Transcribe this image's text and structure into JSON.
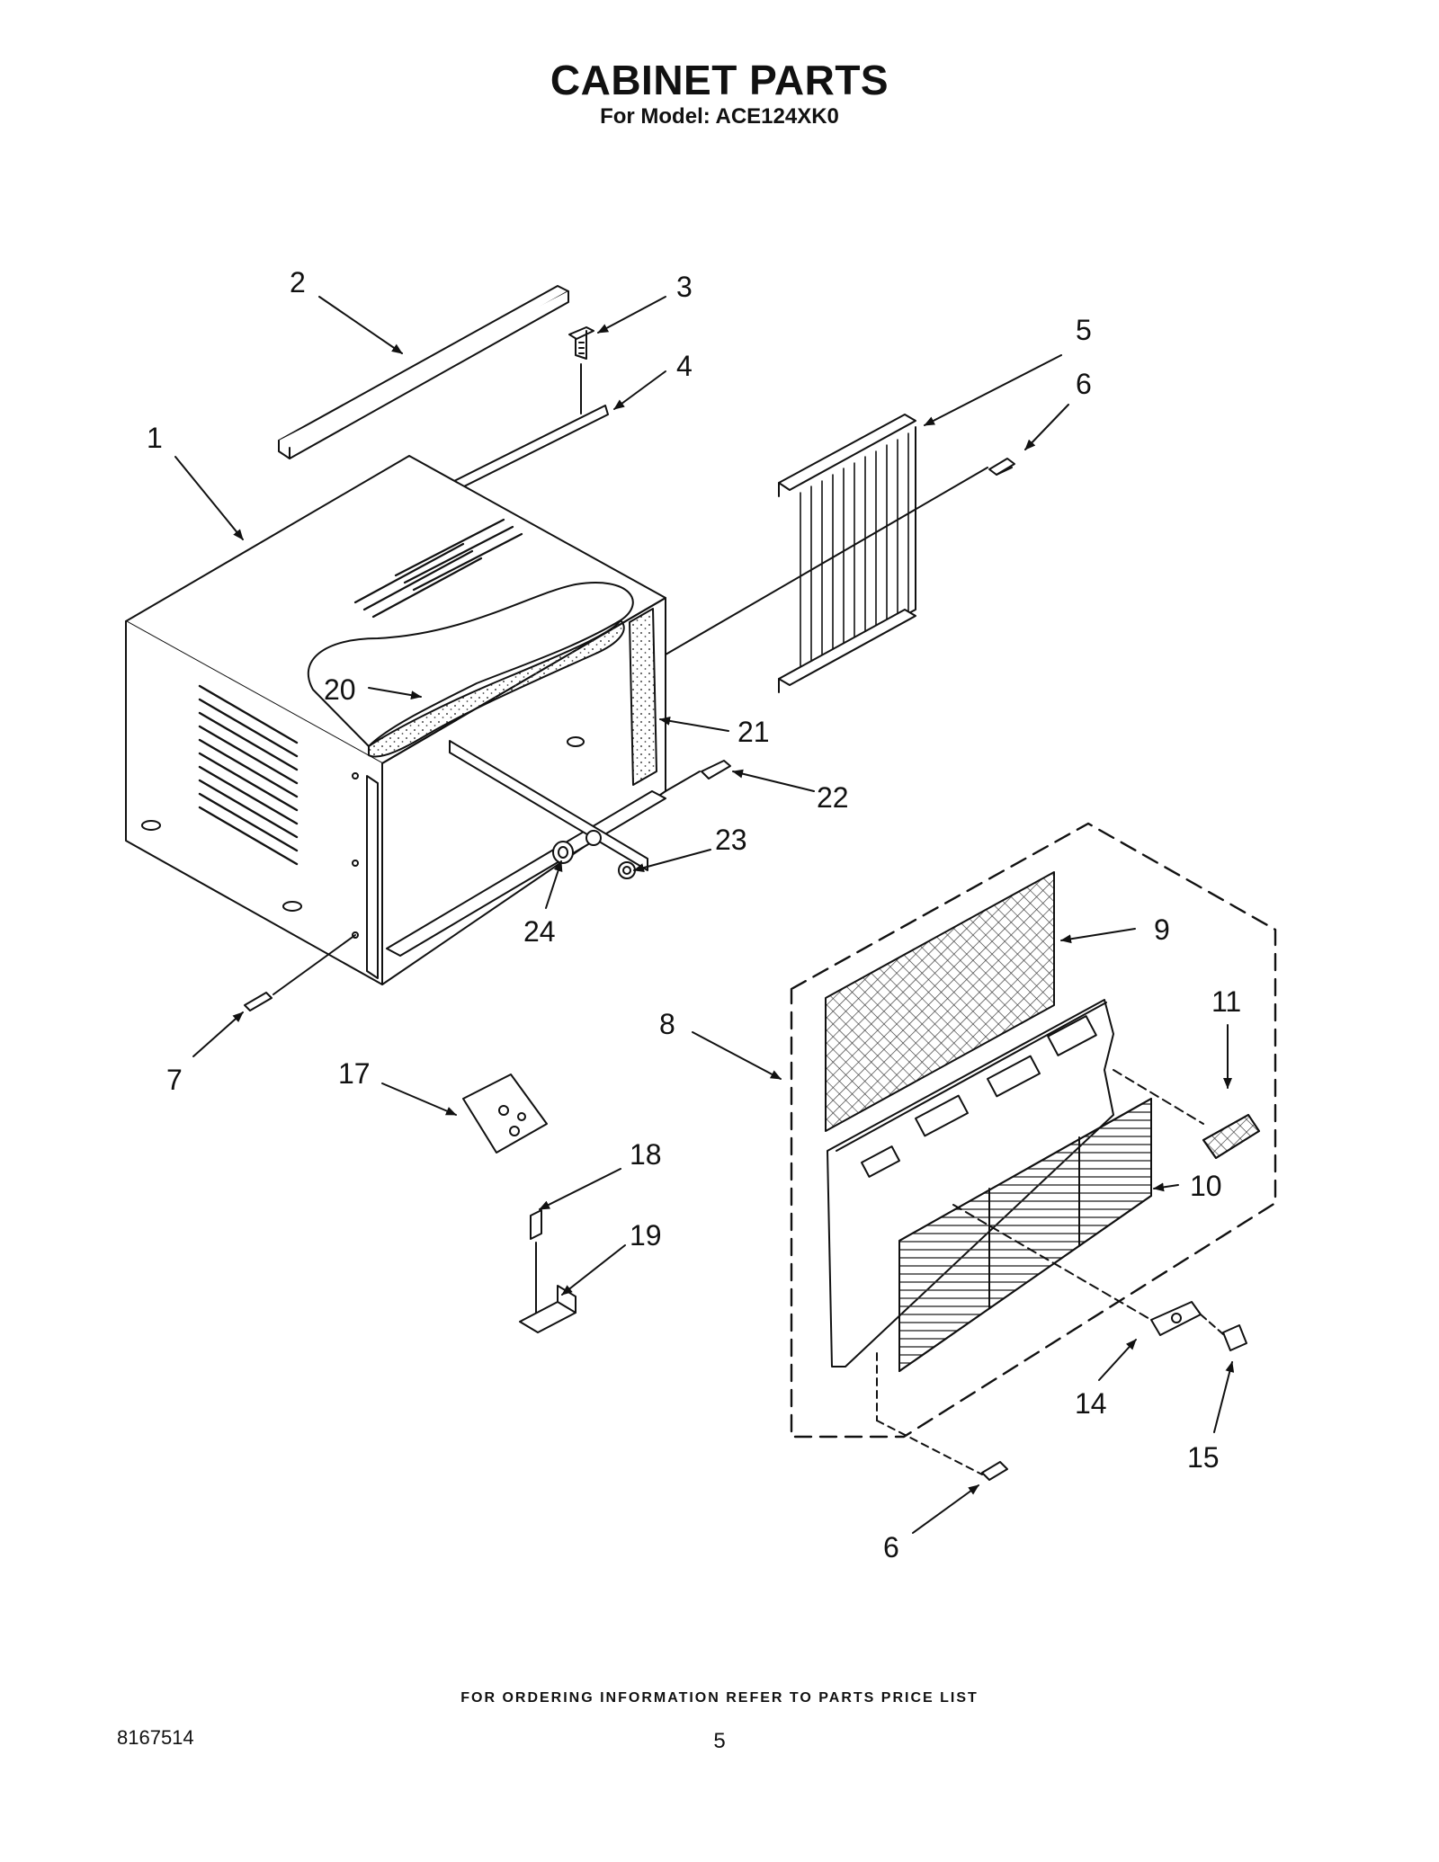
{
  "title": "CABINET PARTS",
  "subtitle": "For Model: ACE124XK0",
  "footer_note": "FOR ORDERING INFORMATION REFER TO PARTS PRICE LIST",
  "doc_number": "8167514",
  "page_number": "5",
  "callouts": [
    "1",
    "2",
    "3",
    "4",
    "5",
    "6",
    "6",
    "7",
    "8",
    "9",
    "10",
    "11",
    "14",
    "15",
    "17",
    "18",
    "19",
    "20",
    "21",
    "22",
    "23",
    "24"
  ]
}
